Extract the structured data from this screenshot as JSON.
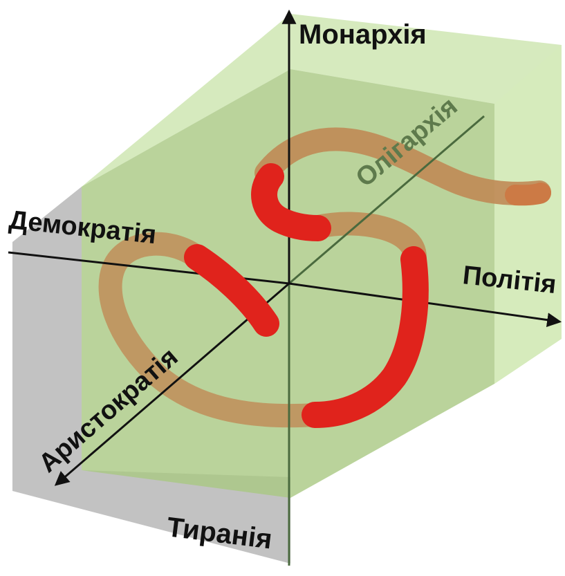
{
  "axes": {
    "monarchy": "Монархія",
    "oligarchy": "Олігархія",
    "democracy": "Демократія",
    "polity": "Політія",
    "aristocracy": "Аристократія",
    "tyranny": "Тиранія"
  },
  "colors": {
    "front_face": "#b4d38a",
    "back_face": "#c8e3a8",
    "side_face": "#b7b7b7",
    "faded_curve": "#c08a55",
    "highlight_curve": "#e0231c",
    "axis_dark": "#111111",
    "axis_faded": "#4a6a3e"
  }
}
